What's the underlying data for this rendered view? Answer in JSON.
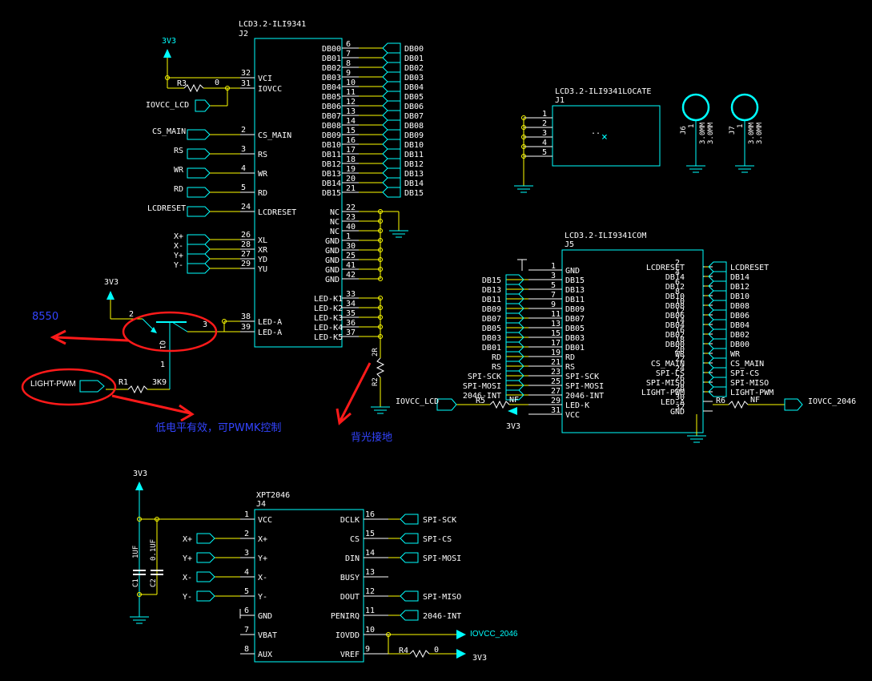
{
  "power": {
    "v33": "3V3",
    "iovcc_2046": "IOVCC_2046"
  },
  "j2": {
    "ref": "J2",
    "part": "LCD3.2-ILI9341",
    "left_pins": [
      {
        "num": "32",
        "name": "VCI"
      },
      {
        "num": "31",
        "name": "IOVCC"
      },
      {
        "num": "2",
        "name": "CS_MAIN"
      },
      {
        "num": "3",
        "name": "RS"
      },
      {
        "num": "4",
        "name": "WR"
      },
      {
        "num": "5",
        "name": "RD"
      },
      {
        "num": "24",
        "name": "LCDRESET"
      },
      {
        "num": "26",
        "name": "XL"
      },
      {
        "num": "28",
        "name": "XR"
      },
      {
        "num": "27",
        "name": "YD"
      },
      {
        "num": "29",
        "name": "YU"
      },
      {
        "num": "38",
        "name": "LED-A"
      },
      {
        "num": "39",
        "name": "LED-A"
      }
    ],
    "db_pins": [
      {
        "num": "6",
        "name": "DB00"
      },
      {
        "num": "7",
        "name": "DB01"
      },
      {
        "num": "8",
        "name": "DB02"
      },
      {
        "num": "9",
        "name": "DB03"
      },
      {
        "num": "10",
        "name": "DB04"
      },
      {
        "num": "11",
        "name": "DB05"
      },
      {
        "num": "12",
        "name": "DB06"
      },
      {
        "num": "13",
        "name": "DB07"
      },
      {
        "num": "14",
        "name": "DB08"
      },
      {
        "num": "15",
        "name": "DB09"
      },
      {
        "num": "16",
        "name": "DB10"
      },
      {
        "num": "17",
        "name": "DB11"
      },
      {
        "num": "18",
        "name": "DB12"
      },
      {
        "num": "19",
        "name": "DB13"
      },
      {
        "num": "20",
        "name": "DB14"
      },
      {
        "num": "21",
        "name": "DB15"
      }
    ],
    "db_nets": [
      "DB00",
      "DB01",
      "DB02",
      "DB03",
      "DB04",
      "DB05",
      "DB06",
      "DB07",
      "DB08",
      "DB09",
      "DB10",
      "DB11",
      "DB12",
      "DB13",
      "DB14",
      "DB15"
    ],
    "misc_pins": [
      {
        "num": "22",
        "name": "NC"
      },
      {
        "num": "23",
        "name": "NC"
      },
      {
        "num": "40",
        "name": "NC"
      },
      {
        "num": "1",
        "name": "GND"
      },
      {
        "num": "30",
        "name": "GND"
      },
      {
        "num": "25",
        "name": "GND"
      },
      {
        "num": "41",
        "name": "GND"
      },
      {
        "num": "42",
        "name": "GND"
      }
    ],
    "led_k_pins": [
      {
        "num": "33",
        "name": "LED-K1"
      },
      {
        "num": "34",
        "name": "LED-K2"
      },
      {
        "num": "35",
        "name": "LED-K3"
      },
      {
        "num": "36",
        "name": "LED-K4"
      },
      {
        "num": "37",
        "name": "LED-K5"
      }
    ]
  },
  "j2_nets": {
    "iovcc_lcd": "IOVCC_LCD",
    "cs_main": "CS_MAIN",
    "rs": "RS",
    "wr": "WR",
    "rd": "RD",
    "lcdreset": "LCDRESET",
    "xp": "X+",
    "xm": "X-",
    "yp": "Y+",
    "ym": "Y-"
  },
  "r3": {
    "ref": "R3",
    "value": "0"
  },
  "q1": {
    "ref": "Q1",
    "pin1": "1",
    "pin2": "2",
    "pin3": "3"
  },
  "r1": {
    "ref": "R1",
    "value": "3K9"
  },
  "light_pwm": "LIGHT-PWM",
  "r2": {
    "ref": "R2",
    "value": "2R"
  },
  "annotations": {
    "transistor": "8550",
    "pwm_note": "低电平有效，可PWMK控制",
    "backlight_note": "背光接地"
  },
  "j1": {
    "ref": "J1",
    "part": "LCD3.2-ILI9341LOCATE",
    "pins": [
      "1",
      "2",
      "3",
      "4",
      "5"
    ]
  },
  "j6": {
    "ref": "J6",
    "pin": "1",
    "size": "3.0MM"
  },
  "j7": {
    "ref": "J7",
    "pin": "1",
    "size": "3.0MM"
  },
  "j5": {
    "ref": "J5",
    "part": "LCD3.2-ILI9341COM",
    "left_pins": [
      {
        "num": "1",
        "name": "GND",
        "net": ""
      },
      {
        "num": "3",
        "name": "DB15",
        "net": "DB15"
      },
      {
        "num": "5",
        "name": "DB13",
        "net": "DB13"
      },
      {
        "num": "7",
        "name": "DB11",
        "net": "DB11"
      },
      {
        "num": "9",
        "name": "DB09",
        "net": "DB09"
      },
      {
        "num": "11",
        "name": "DB07",
        "net": "DB07"
      },
      {
        "num": "13",
        "name": "DB05",
        "net": "DB05"
      },
      {
        "num": "15",
        "name": "DB03",
        "net": "DB03"
      },
      {
        "num": "17",
        "name": "DB01",
        "net": "DB01"
      },
      {
        "num": "19",
        "name": "RD",
        "net": "RD"
      },
      {
        "num": "21",
        "name": "RS",
        "net": "RS"
      },
      {
        "num": "23",
        "name": "SPI-SCK",
        "net": "SPI-SCK"
      },
      {
        "num": "25",
        "name": "SPI-MOSI",
        "net": "SPI-MOSI"
      },
      {
        "num": "27",
        "name": "2046-INT",
        "net": "2046-INT"
      },
      {
        "num": "29",
        "name": "LED-K",
        "net": ""
      },
      {
        "num": "31",
        "name": "VCC",
        "net": ""
      }
    ],
    "right_pins": [
      {
        "num": "2",
        "name": "LCDRESET",
        "net": "LCDRESET"
      },
      {
        "num": "4",
        "name": "DB14",
        "net": "DB14"
      },
      {
        "num": "6",
        "name": "DB12",
        "net": "DB12"
      },
      {
        "num": "8",
        "name": "DB10",
        "net": "DB10"
      },
      {
        "num": "10",
        "name": "DB08",
        "net": "DB08"
      },
      {
        "num": "12",
        "name": "DB06",
        "net": "DB06"
      },
      {
        "num": "14",
        "name": "DB04",
        "net": "DB04"
      },
      {
        "num": "16",
        "name": "DB02",
        "net": "DB02"
      },
      {
        "num": "18",
        "name": "DB00",
        "net": "DB00"
      },
      {
        "num": "20",
        "name": "WR",
        "net": "WR"
      },
      {
        "num": "22",
        "name": "CS_MAIN",
        "net": "CS_MAIN"
      },
      {
        "num": "24",
        "name": "SPI-CS",
        "net": "SPI-CS"
      },
      {
        "num": "26",
        "name": "SPI-MISO",
        "net": "SPI-MISO"
      },
      {
        "num": "28",
        "name": "LIGHT-PWM",
        "net": "LIGHT-PWM"
      },
      {
        "num": "30",
        "name": "LED-A",
        "net": ""
      },
      {
        "num": "32",
        "name": "GND",
        "net": ""
      }
    ]
  },
  "r5": {
    "ref": "R5",
    "value": "NF",
    "net": "IOVCC_LCD"
  },
  "r6": {
    "ref": "R6",
    "value": "NF",
    "net": "IOVCC_2046"
  },
  "j4": {
    "ref": "J4",
    "part": "XPT2046",
    "left_pins": [
      {
        "num": "1",
        "name": "VCC"
      },
      {
        "num": "2",
        "name": "X+"
      },
      {
        "num": "3",
        "name": "Y+"
      },
      {
        "num": "4",
        "name": "X-"
      },
      {
        "num": "5",
        "name": "Y-"
      },
      {
        "num": "6",
        "name": "GND"
      },
      {
        "num": "7",
        "name": "VBAT"
      },
      {
        "num": "8",
        "name": "AUX"
      }
    ],
    "left_nets": [
      "",
      "X+",
      "Y+",
      "X-",
      "Y-"
    ],
    "right_pins": [
      {
        "num": "16",
        "name": "DCLK",
        "net": "SPI-SCK"
      },
      {
        "num": "15",
        "name": "CS",
        "net": "SPI-CS"
      },
      {
        "num": "14",
        "name": "DIN",
        "net": "SPI-MOSI"
      },
      {
        "num": "13",
        "name": "BUSY",
        "net": ""
      },
      {
        "num": "12",
        "name": "DOUT",
        "net": "SPI-MISO"
      },
      {
        "num": "11",
        "name": "PENIRQ",
        "net": "2046-INT"
      },
      {
        "num": "10",
        "name": "IOVDD",
        "net": ""
      },
      {
        "num": "9",
        "name": "VREF",
        "net": ""
      }
    ]
  },
  "c1": {
    "ref": "C1",
    "value": "1UF"
  },
  "c2": {
    "ref": "C2",
    "value": "0.1UF"
  },
  "r4": {
    "ref": "R4",
    "value": "0"
  }
}
